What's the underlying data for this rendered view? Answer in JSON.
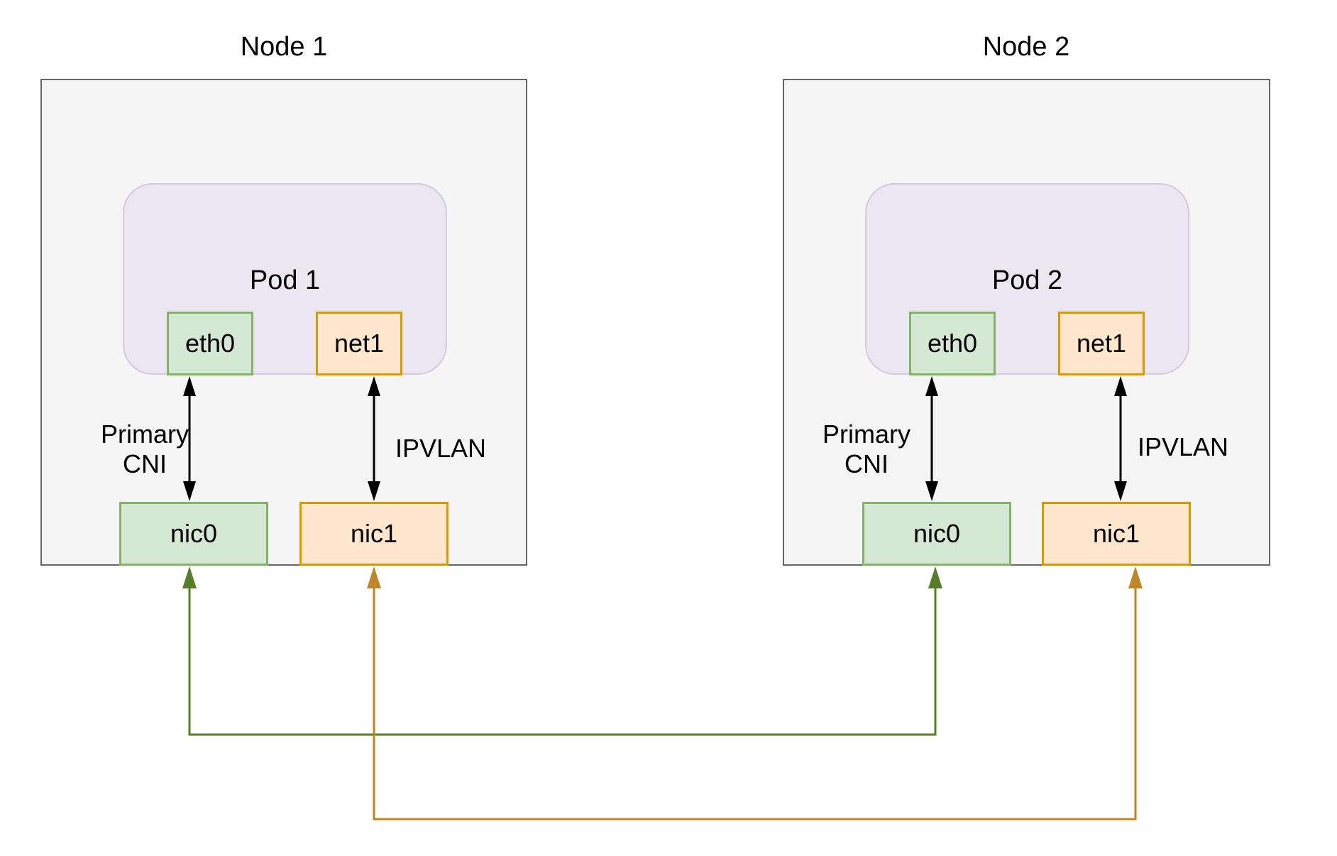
{
  "colors": {
    "node_fill": "#f5f5f5",
    "node_stroke": "#666666",
    "pod_fill": "#ebe7f2",
    "pod_stroke": "#d3c9e0",
    "green_fill": "#d5e8d4",
    "green_stroke": "#82b366",
    "orange_fill": "#ffe6cc",
    "orange_stroke": "#d79b00",
    "arrow_black": "#000000",
    "link_green": "#567d28",
    "link_orange": "#bf8627"
  },
  "nodes": [
    {
      "title": "Node 1",
      "pod_label": "Pod 1",
      "eth0": "eth0",
      "net1": "net1",
      "nic0": "nic0",
      "nic1": "nic1",
      "primary_cni_line1": "Primary",
      "primary_cni_line2": "CNI",
      "ipvlan": "IPVLAN"
    },
    {
      "title": "Node 2",
      "pod_label": "Pod 2",
      "eth0": "eth0",
      "net1": "net1",
      "nic0": "nic0",
      "nic1": "nic1",
      "primary_cni_line1": "Primary",
      "primary_cni_line2": "CNI",
      "ipvlan": "IPVLAN"
    }
  ]
}
